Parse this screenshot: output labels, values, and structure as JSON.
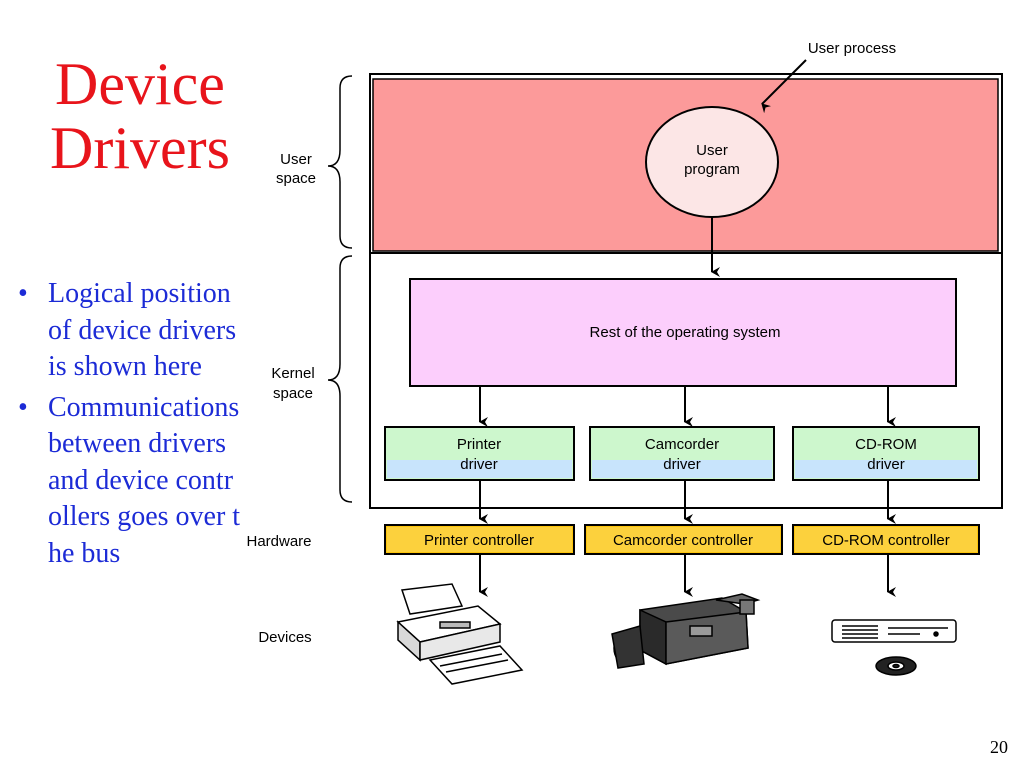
{
  "slide": {
    "title_line1": "Device",
    "title_line2": "Drivers",
    "page_number": "20"
  },
  "bullets": [
    "Logical position of device drivers is shown here",
    "Communications between drivers and device controllers goes over the bus"
  ],
  "diagram": {
    "user_process": "User process",
    "user_program_line1": "User",
    "user_program_line2": "program",
    "user_space_line1": "User",
    "user_space_line2": "space",
    "kernel_space_line1": "Kernel",
    "kernel_space_line2": "space",
    "rest_of_os": "Rest of the operating system",
    "drivers": [
      {
        "line1": "Printer",
        "line2": "driver"
      },
      {
        "line1": "Camcorder",
        "line2": "driver"
      },
      {
        "line1": "CD-ROM",
        "line2": "driver"
      }
    ],
    "hardware_label": "Hardware",
    "controllers": [
      "Printer controller",
      "Camcorder controller",
      "CD-ROM controller"
    ],
    "devices_label": "Devices",
    "colors": {
      "user_space_fill": "#fc9a9a",
      "os_fill": "#fccefc",
      "driver_fill": "#cdf7cd",
      "driver_strip": "#c8e4fc",
      "controller_fill": "#fcc40c",
      "title_red": "#e8141b",
      "bullet_blue": "#1c2bd6"
    }
  }
}
